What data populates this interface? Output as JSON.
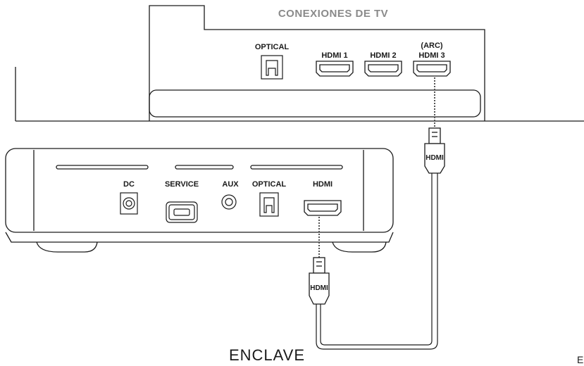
{
  "tv": {
    "title": "CONEXIONES DE TV",
    "ports": {
      "optical": "OPTICAL",
      "hdmi1": "HDMI 1",
      "hdmi2": "HDMI 2",
      "arc": "(ARC)",
      "hdmi3": "HDMI 3"
    }
  },
  "device": {
    "ports": {
      "dc": "DC",
      "service": "SERVICE",
      "aux": "AUX",
      "optical": "OPTICAL",
      "hdmi": "HDMI"
    }
  },
  "cable": {
    "plug_top_label": "HDMI",
    "plug_bottom_label": "HDMI"
  },
  "brand": "ENCLAVE",
  "edge_fragment": "E"
}
